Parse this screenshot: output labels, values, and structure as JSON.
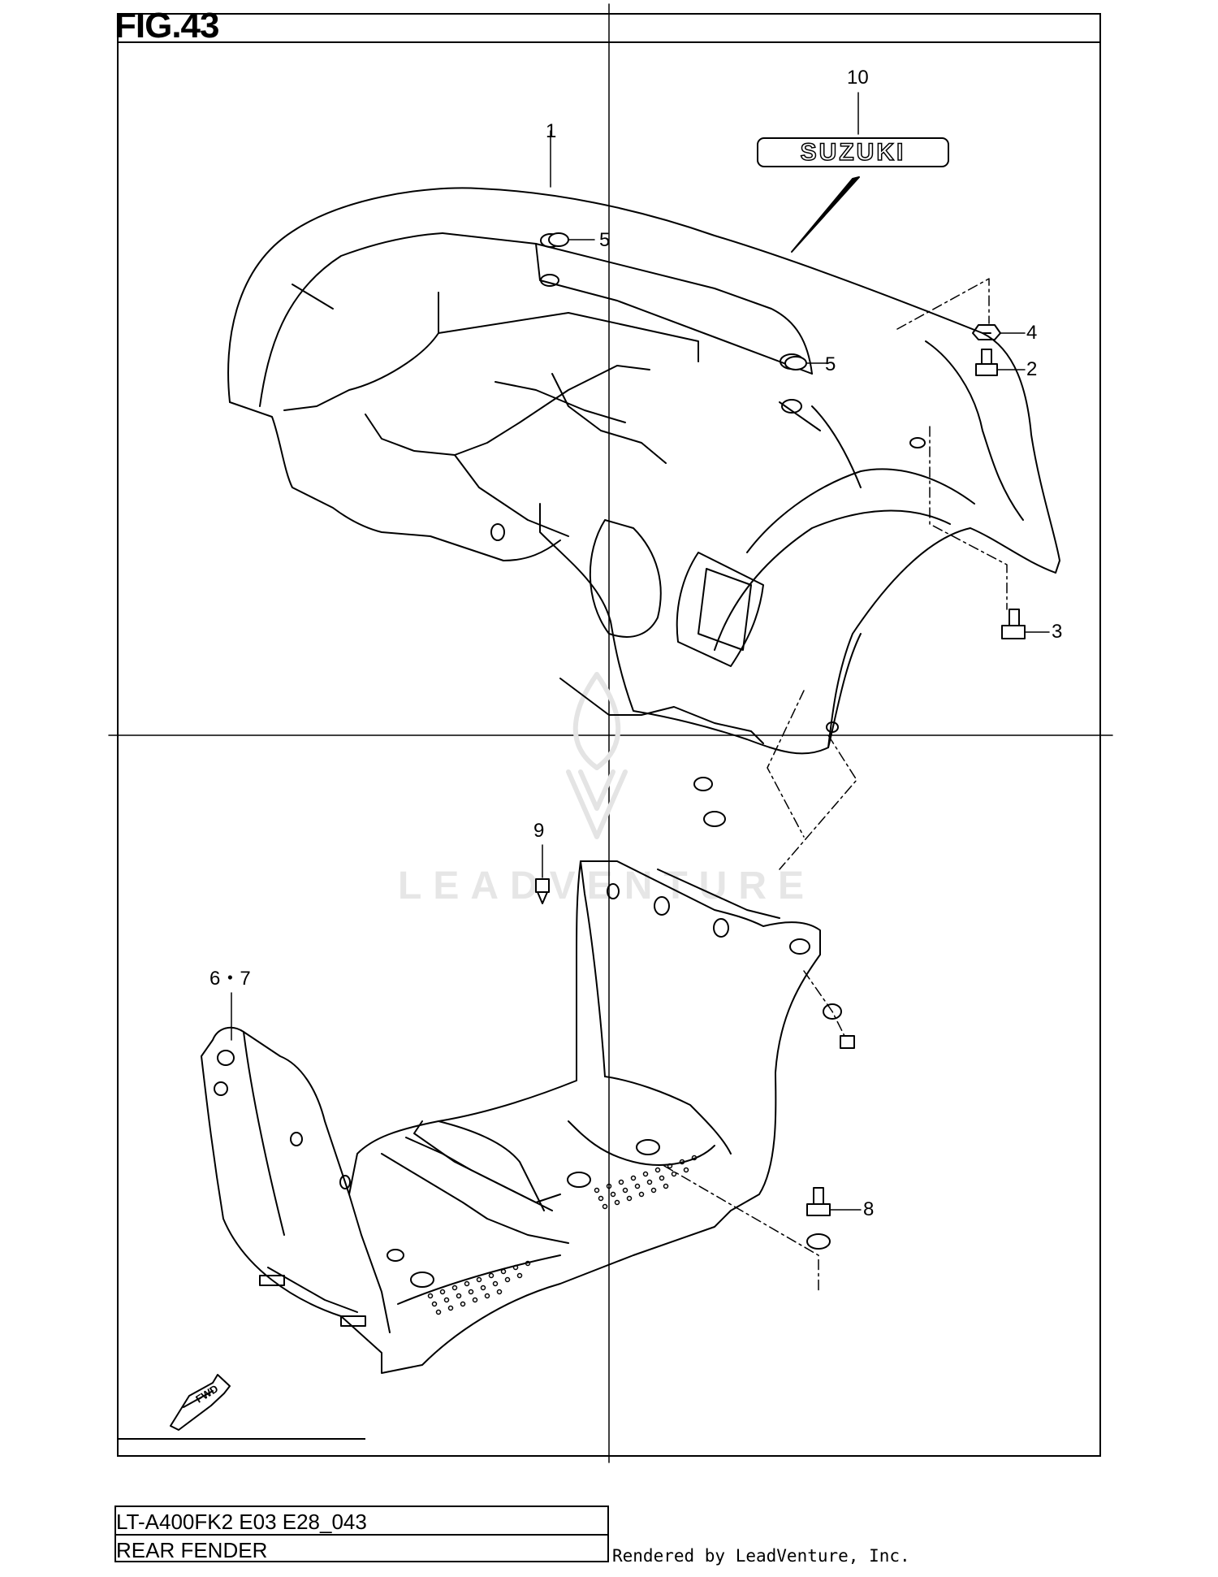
{
  "figure": {
    "title": "FIG.43"
  },
  "badge": {
    "text": "SUZUKI"
  },
  "callouts": {
    "c1": "1",
    "c2": "2",
    "c3": "3",
    "c4": "4",
    "c5a": "5",
    "c5b": "5",
    "c67": "6・7",
    "c8": "8",
    "c9": "9",
    "c10": "10"
  },
  "direction": {
    "label": "FWD"
  },
  "info": {
    "model_code": "LT-A400FK2 E03 E28_043",
    "section_name": "REAR FENDER"
  },
  "watermark": {
    "text": "LEADVENTURE"
  },
  "footer": {
    "rendered_by": "Rendered by LeadVenture, Inc."
  }
}
